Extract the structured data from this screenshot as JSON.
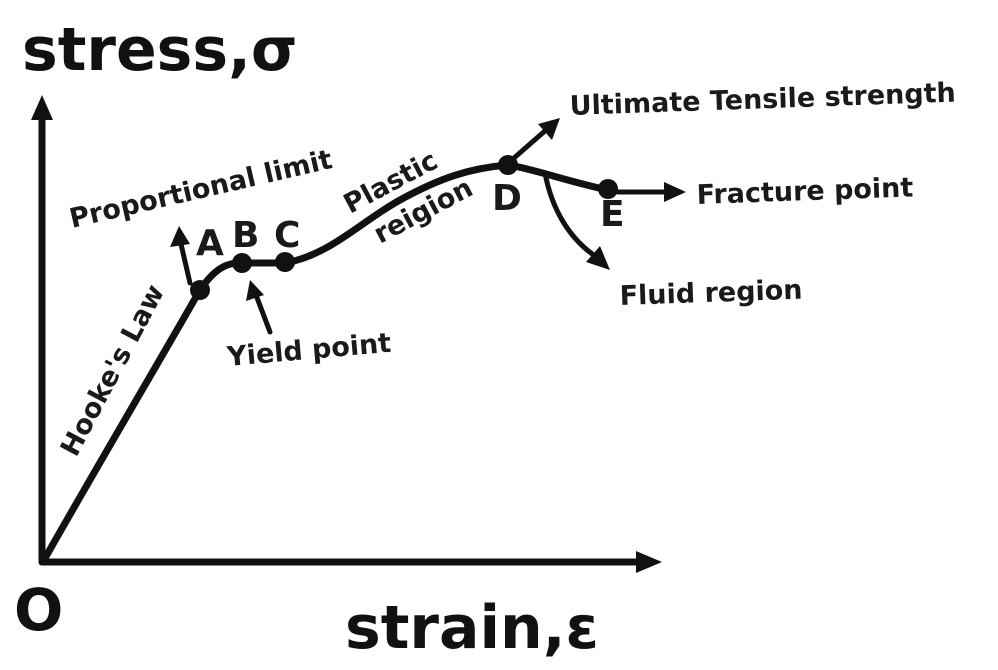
{
  "axes": {
    "y_title": "stress,σ",
    "x_title": "strain,ε",
    "origin": "O"
  },
  "points": {
    "a": "A",
    "b": "B",
    "c": "C",
    "d": "D",
    "e": "E"
  },
  "labels": {
    "proportional_limit": "Proportional limit",
    "yield_point": "Yield point",
    "hookes_law": "Hooke's Law",
    "plastic_region_line1": "Plastic",
    "plastic_region_line2": "reigion",
    "ultimate_tensile_strength": "Ultimate Tensile strength",
    "fracture_point": "Fracture point",
    "fluid_region": "Fluid region"
  },
  "colors": {
    "ink": "#111111",
    "background": "#ffffff"
  }
}
